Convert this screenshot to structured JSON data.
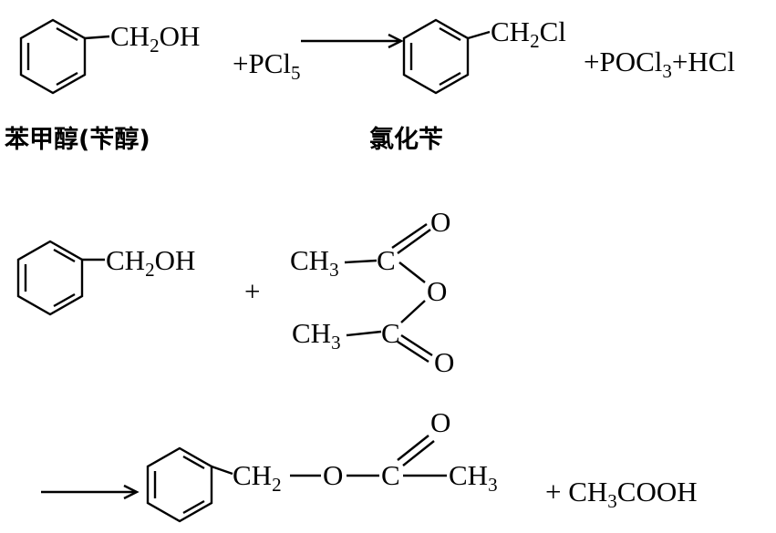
{
  "reaction1": {
    "reactant_group": [
      "CH",
      "2",
      "OH"
    ],
    "reagent": [
      "+PCl",
      "5"
    ],
    "product_group": [
      "CH",
      "2",
      "Cl"
    ],
    "byproducts": [
      "+POCl",
      "3",
      "+HCl"
    ],
    "label_reactant": "苯甲醇(苄醇)",
    "label_product": "氯化苄"
  },
  "reaction2": {
    "reactant_group": [
      "CH",
      "2",
      "OH"
    ],
    "plus": "+",
    "anhydride": {
      "methyl_top": [
        "CH",
        "3"
      ],
      "carbon_top": "C",
      "oxygen_top": "O",
      "bridge_oxygen": "O",
      "methyl_bottom": [
        "CH",
        "3"
      ],
      "carbon_bottom": "C",
      "oxygen_bottom": "O"
    },
    "product": {
      "ch2": [
        "CH",
        "2"
      ],
      "ester_oxygen": "O",
      "carbonyl_carbon": "C",
      "carbonyl_oxygen": "O",
      "methyl": [
        "CH",
        "3"
      ]
    },
    "byproduct": [
      "+ CH",
      "3",
      "COOH"
    ]
  }
}
